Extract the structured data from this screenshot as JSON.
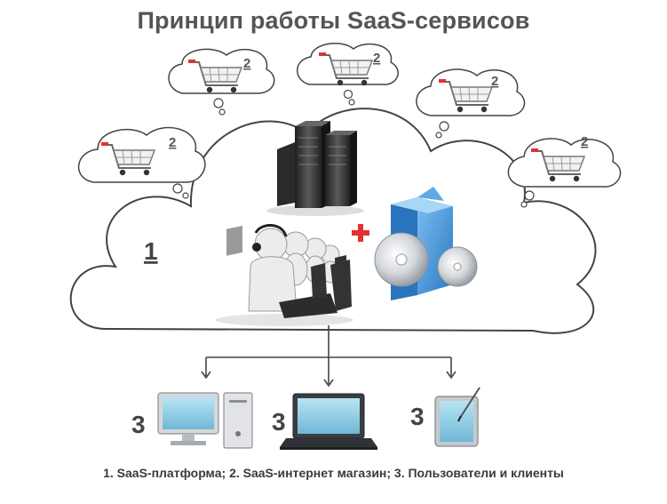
{
  "title": "Принцип работы SaaS-сервисов",
  "platform_label": "1",
  "thought_bubbles": [
    {
      "label": "2",
      "icon": "shopping-cart-icon"
    },
    {
      "label": "2",
      "icon": "shopping-cart-icon"
    },
    {
      "label": "2",
      "icon": "shopping-cart-icon"
    },
    {
      "label": "2",
      "icon": "shopping-cart-icon"
    },
    {
      "label": "2",
      "icon": "shopping-cart-icon"
    }
  ],
  "cloud": {
    "items": [
      {
        "icon": "server-rack-icon"
      },
      {
        "icon": "plus-icon"
      },
      {
        "icon": "software-box-icon"
      },
      {
        "icon": "support-operators-icon"
      }
    ]
  },
  "devices": [
    {
      "label": "3",
      "icon": "desktop-computer-icon"
    },
    {
      "label": "3",
      "icon": "laptop-icon"
    },
    {
      "label": "3",
      "icon": "tablet-icon"
    }
  ],
  "caption": "1. SaaS-платформа; 2. SaaS-интернет магазин; 3. Пользователи и клиенты",
  "colors": {
    "plus": "#e53030",
    "box": "#3c8fd6",
    "title": "#555555"
  }
}
